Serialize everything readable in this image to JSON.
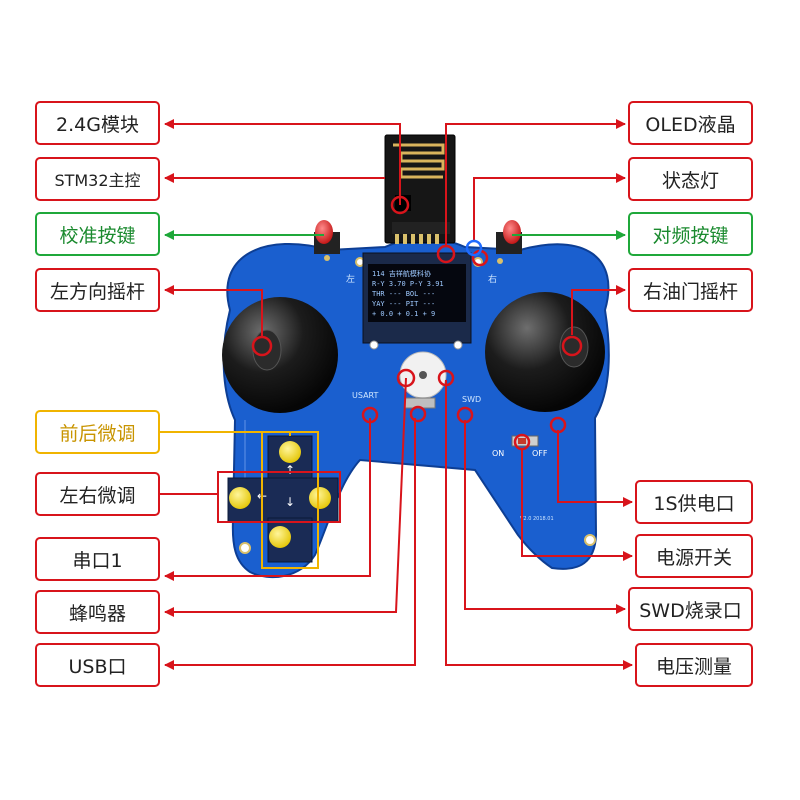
{
  "labels": {
    "left": {
      "module_24g": "2.4G模块",
      "stm32": "STM32主控",
      "calibrate": "校准按键",
      "left_stick": "左方向摇杆",
      "trim_fb": "前后微调",
      "trim_lr": "左右微调",
      "serial": "串口1",
      "buzzer": "蜂鸣器",
      "usb": "USB口"
    },
    "right": {
      "oled": "OLED液晶",
      "status_led": "状态灯",
      "pair_button": "对频按键",
      "right_stick": "右油门摇杆",
      "power_1s": "1S供电口",
      "power_switch": "电源开关",
      "swd": "SWD烧录口",
      "voltage": "电压测量"
    }
  },
  "board": {
    "oled_lines": [
      "114  吉祥航模科协",
      "R-Y  3.70  P-Y 3.91",
      "THR  ---   BOL ---",
      "YAY  ---   PIT ---",
      "+  0.0  +  0.1  +  9"
    ],
    "silk_left": "左",
    "silk_right": "右",
    "silk_usart": "USART",
    "silk_swd": "SWD",
    "silk_on": "ON",
    "silk_off": "OFF",
    "silk_version": "V2.0 2018.01"
  },
  "colors": {
    "red": "#d8141b",
    "green": "#1fa83a",
    "yellow": "#f0b400",
    "pcb": "#1a5fcf"
  }
}
